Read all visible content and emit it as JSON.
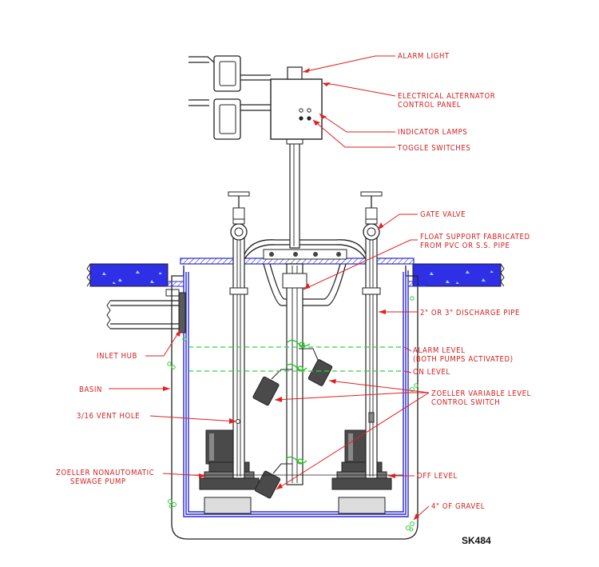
{
  "labels": {
    "alarm_light": "ALARM LIGHT",
    "control_panel_line1": "ELECTRICAL ALTERNATOR",
    "control_panel_line2": "CONTROL PANEL",
    "indicator_lamps": "INDICATOR LAMPS",
    "toggle_switches": "TOGGLE SWITCHES",
    "gate_valve": "GATE VALVE",
    "float_support_line1": "FLOAT SUPPORT FABRICATED",
    "float_support_line2": "FROM PVC OR S.S. PIPE",
    "discharge_pipe": "2\" OR 3\" DISCHARGE PIPE",
    "inlet_hub": "INLET HUB",
    "alarm_level_line1": "ALARM LEVEL",
    "alarm_level_line2": "(BOTH PUMPS ACTIVATED)",
    "on_level": "ON LEVEL",
    "basin": "BASIN",
    "variable_switch_line1": "ZOELLER VARIABLE LEVEL",
    "variable_switch_line2": "CONTROL SWITCH",
    "vent_hole": "3/16 VENT HOLE",
    "sewage_pump_line1": "ZOELLER NONAUTOMATIC",
    "sewage_pump_line2": "SEWAGE PUMP",
    "off_level": "OFF LEVEL",
    "gravel": "4\" OF GRAVEL",
    "drawing_code": "SK484"
  },
  "colors": {
    "label": "#d42020",
    "leader": "#e02020",
    "level_line": "#32d23c",
    "basin_wall": "#2a2ad0",
    "ground": "#3a3ae0",
    "gravel": "#33cc33"
  }
}
